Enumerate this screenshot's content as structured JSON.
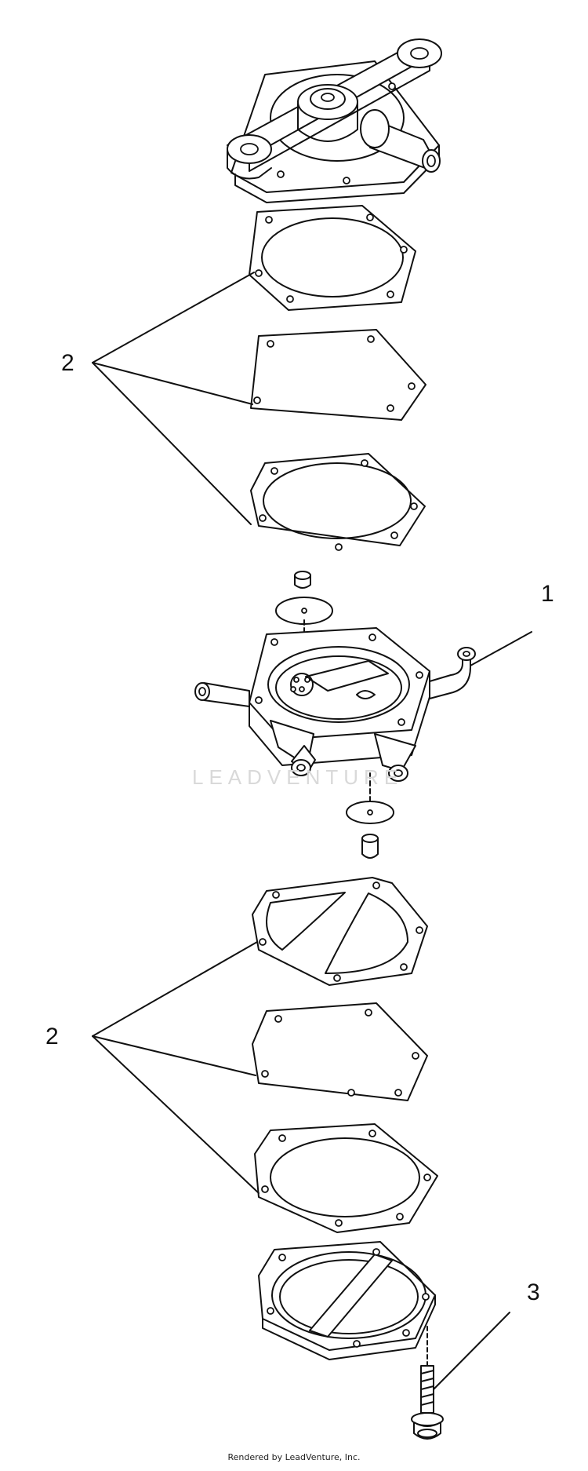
{
  "callouts": {
    "part_1": "1",
    "part_2_upper": "2",
    "part_2_lower": "2",
    "part_3": "3"
  },
  "watermark": "LEADVENTURE",
  "credit": "Rendered by LeadVenture, Inc."
}
